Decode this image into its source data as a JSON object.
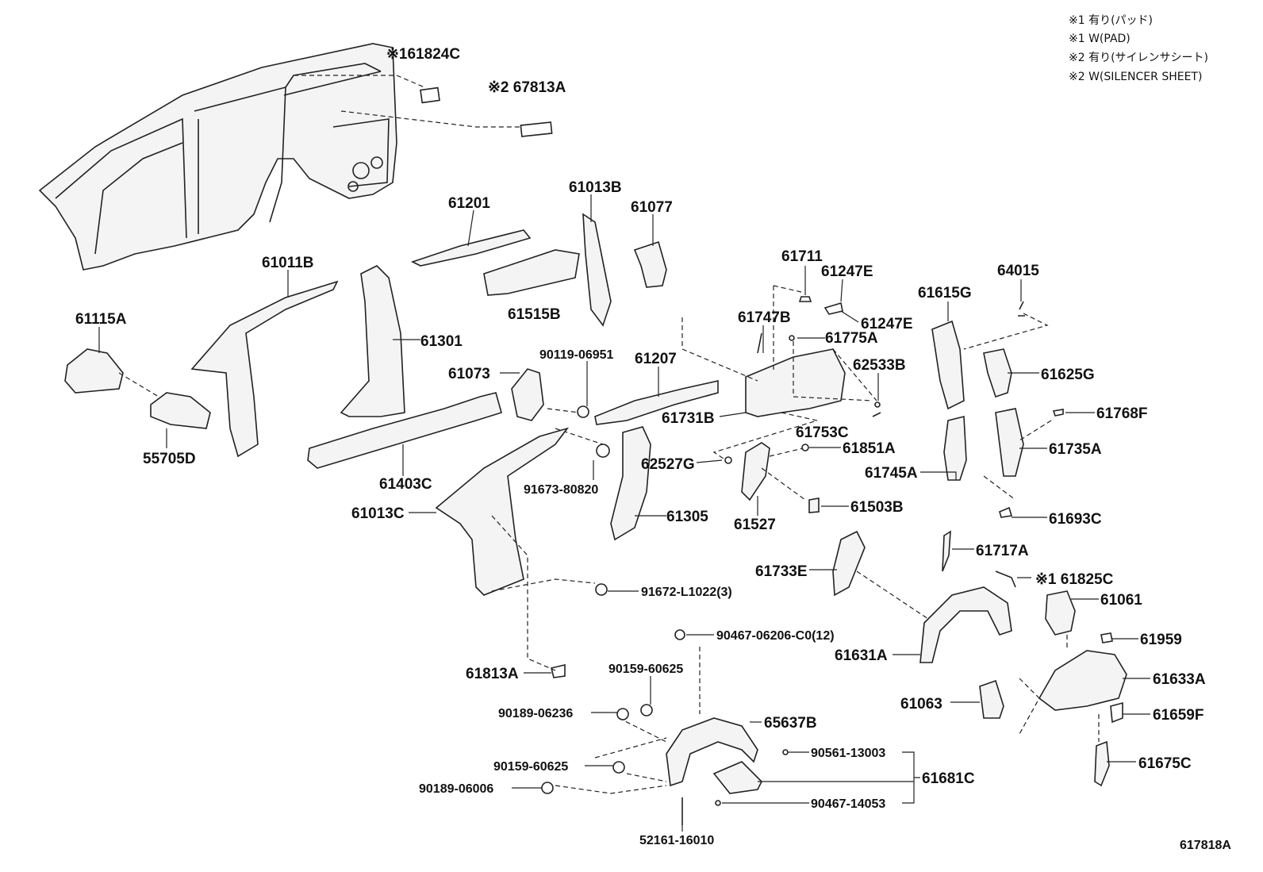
{
  "notes": [
    "※1 有り(パッド)",
    "※1 W(PAD)",
    "※2 有り(サイレンサシート)",
    "※2 W(SILENCER SHEET)"
  ],
  "diagram_id": "617818A",
  "labels": {
    "p61824C": "※161824C",
    "p67813A": "※2 67813A",
    "p61201": "61201",
    "p61013B": "61013B",
    "p61077": "61077",
    "p61011B": "61011B",
    "p61115A": "61115A",
    "p61301": "61301",
    "p61515B": "61515B",
    "p55705D": "55705D",
    "p61073": "61073",
    "p90119_06951": "90119-06951",
    "p61207": "61207",
    "p61403C": "61403C",
    "p61731B": "61731B",
    "p61753C": "61753C",
    "p62527G": "62527G",
    "p91673_80820": "91673-80820",
    "p61013C": "61013C",
    "p61305": "61305",
    "p61527": "61527",
    "p61851A": "61851A",
    "p61503B": "61503B",
    "p61711": "61711",
    "p61247E_a": "61247E",
    "p61247E_b": "61247E",
    "p61747B": "61747B",
    "p61775A": "61775A",
    "p62533B": "62533B",
    "p61615G": "61615G",
    "p64015": "64015",
    "p61625G": "61625G",
    "p61768F": "61768F",
    "p61735A": "61735A",
    "p61745A": "61745A",
    "p61693C": "61693C",
    "p61717A": "61717A",
    "p61733E": "61733E",
    "p61825C": "※1 61825C",
    "p61061": "61061",
    "p91672_L1022": "91672-L1022(3)",
    "p90467_06206": "90467-06206-C0(12)",
    "p61631A": "61631A",
    "p61959": "61959",
    "p61813A": "61813A",
    "p90159_60625_a": "90159-60625",
    "p61633A": "61633A",
    "p90189_06236": "90189-06236",
    "p65637B": "65637B",
    "p61063": "61063",
    "p61659F": "61659F",
    "p90561_13003": "90561-13003",
    "p61681C": "61681C",
    "p61675C": "61675C",
    "p90159_60625_b": "90159-60625",
    "p90189_06006": "90189-06006",
    "p90467_14053": "90467-14053",
    "p52161_16010": "52161-16010"
  }
}
